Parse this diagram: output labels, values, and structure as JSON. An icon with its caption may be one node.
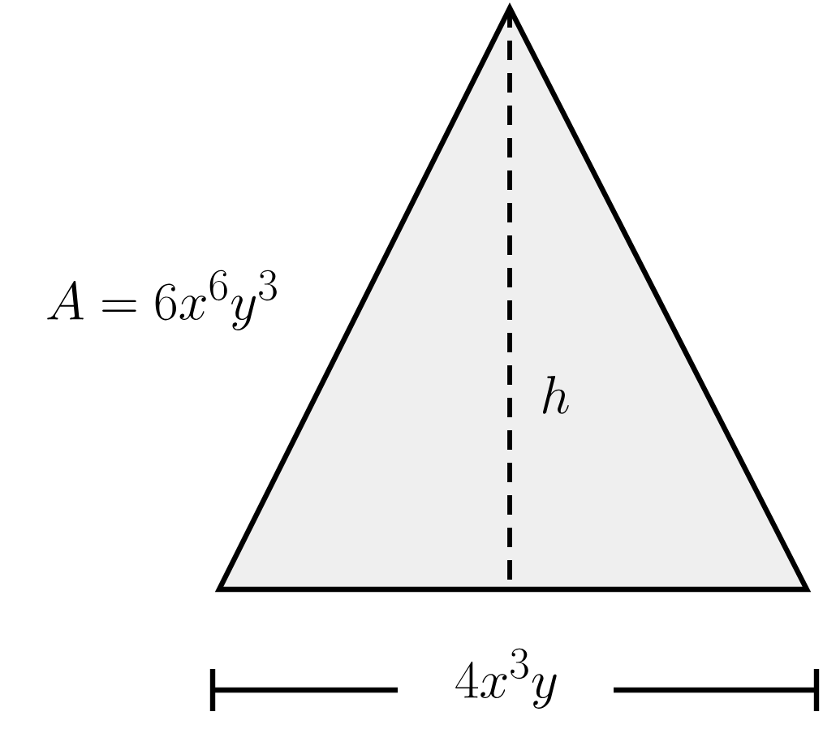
{
  "diagram": {
    "labels": [
      "A = 6x^6y^3",
      "h",
      "4x^3y"
    ]
  }
}
